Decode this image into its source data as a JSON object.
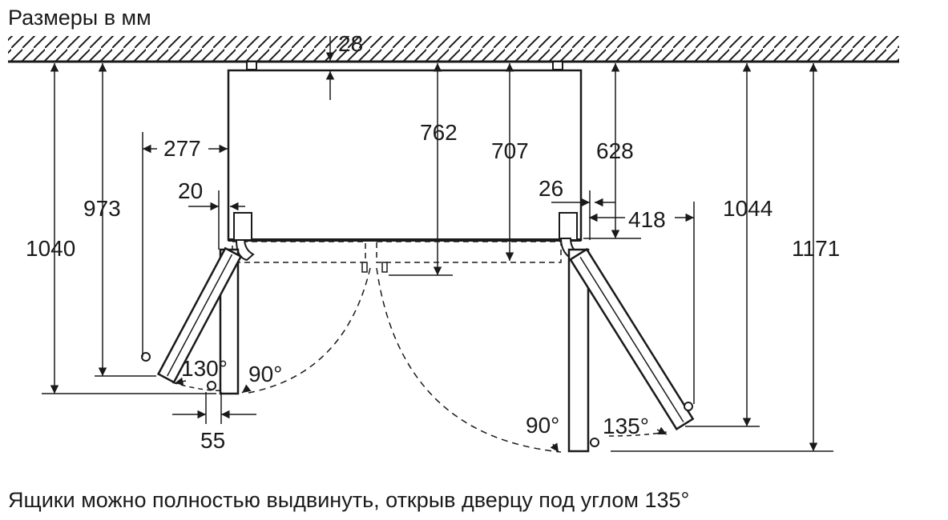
{
  "title": "Размеры в мм",
  "footnote": "Ящики можно полностью выдвинуть, открыв дверцу под углом 135°",
  "dimensions": {
    "wall_gap": "28",
    "left_offset": "277",
    "hinge_left": "20",
    "depth_762": "762",
    "depth_707": "707",
    "depth_628": "628",
    "hinge_right": "26",
    "right_offset": "418",
    "left_973": "973",
    "left_1040": "1040",
    "right_1044": "1044",
    "right_1171": "1171",
    "bottom_55": "55"
  },
  "angles": {
    "left_open": "130°",
    "left_90": "90°",
    "right_90": "90°",
    "right_open": "135°"
  }
}
